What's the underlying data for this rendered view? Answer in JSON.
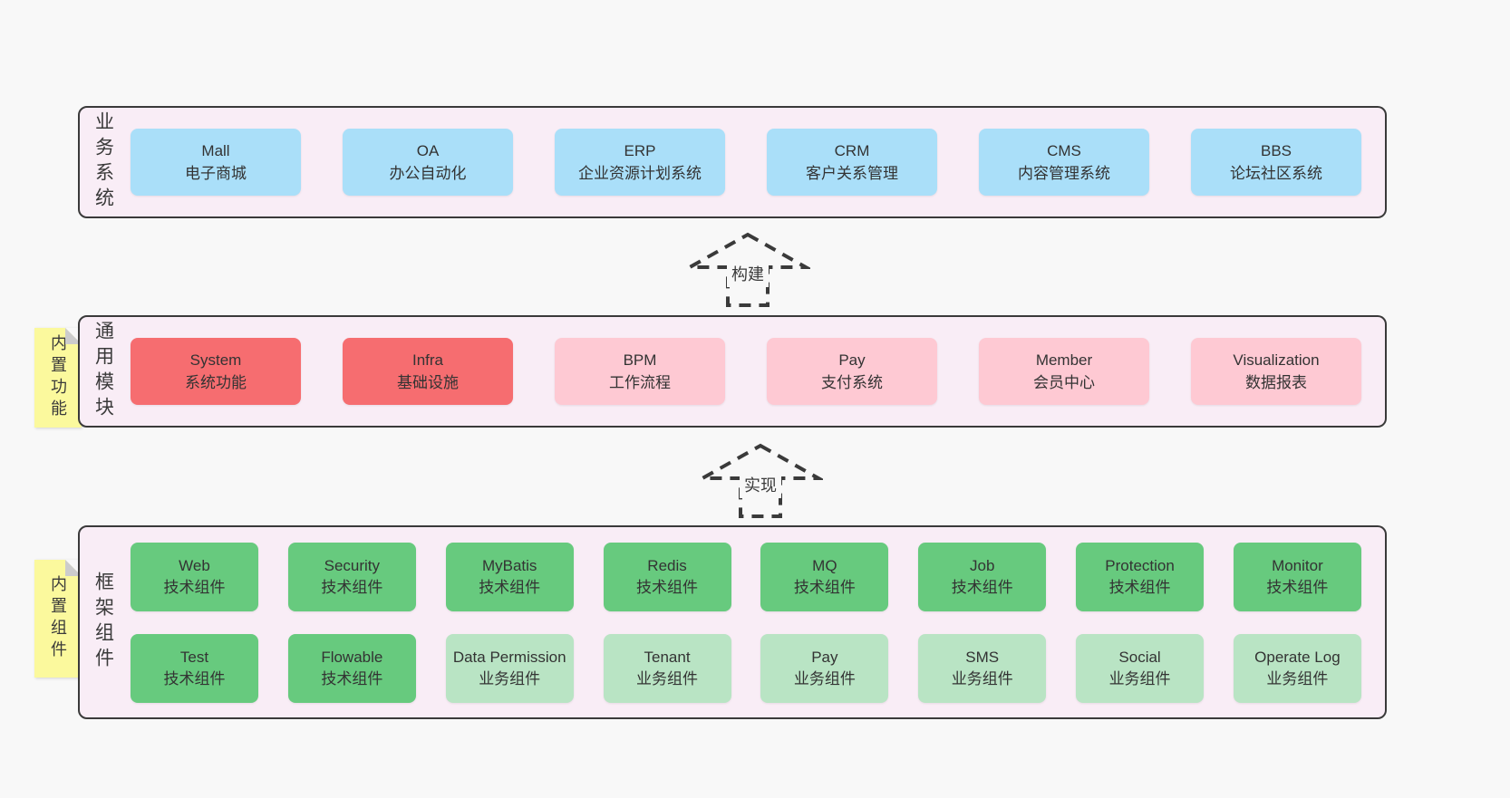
{
  "colors": {
    "page_bg": "#f8f8f8",
    "band_bg": "#f9edf6",
    "band_border": "#3a3a3a",
    "blue": "#aadff9",
    "red": "#f66d70",
    "pink": "#fec9d3",
    "green": "#67ca7e",
    "lightgreen": "#b9e4c4",
    "sticky": "#fbf99d",
    "fold": "#cccccc",
    "text": "#3a3a3a"
  },
  "bands": [
    {
      "label": "业务系统",
      "boxes": [
        {
          "title": "Mall",
          "subtitle": "电子商城"
        },
        {
          "title": "OA",
          "subtitle": "办公自动化"
        },
        {
          "title": "ERP",
          "subtitle": "企业资源计划系统"
        },
        {
          "title": "CRM",
          "subtitle": "客户关系管理"
        },
        {
          "title": "CMS",
          "subtitle": "内容管理系统"
        },
        {
          "title": "BBS",
          "subtitle": "论坛社区系统"
        }
      ]
    },
    {
      "label": "通用模块",
      "sticky": "内置功能",
      "boxes": [
        {
          "title": "System",
          "subtitle": "系统功能"
        },
        {
          "title": "Infra",
          "subtitle": "基础设施"
        },
        {
          "title": "BPM",
          "subtitle": "工作流程"
        },
        {
          "title": "Pay",
          "subtitle": "支付系统"
        },
        {
          "title": "Member",
          "subtitle": "会员中心"
        },
        {
          "title": "Visualization",
          "subtitle": "数据报表"
        }
      ]
    },
    {
      "label": "框架组件",
      "sticky": "内置组件",
      "rows": [
        [
          {
            "title": "Web",
            "subtitle": "技术组件"
          },
          {
            "title": "Security",
            "subtitle": "技术组件"
          },
          {
            "title": "MyBatis",
            "subtitle": "技术组件"
          },
          {
            "title": "Redis",
            "subtitle": "技术组件"
          },
          {
            "title": "MQ",
            "subtitle": "技术组件"
          },
          {
            "title": "Job",
            "subtitle": "技术组件"
          },
          {
            "title": "Protection",
            "subtitle": "技术组件"
          },
          {
            "title": "Monitor",
            "subtitle": "技术组件"
          }
        ],
        [
          {
            "title": "Test",
            "subtitle": "技术组件"
          },
          {
            "title": "Flowable",
            "subtitle": "技术组件"
          },
          {
            "title": "Data Permission",
            "subtitle": "业务组件"
          },
          {
            "title": "Tenant",
            "subtitle": "业务组件"
          },
          {
            "title": "Pay",
            "subtitle": "业务组件"
          },
          {
            "title": "SMS",
            "subtitle": "业务组件"
          },
          {
            "title": "Social",
            "subtitle": "业务组件"
          },
          {
            "title": "Operate Log",
            "subtitle": "业务组件"
          }
        ]
      ]
    }
  ],
  "arrows": [
    {
      "label": "构建"
    },
    {
      "label": "实现"
    }
  ]
}
